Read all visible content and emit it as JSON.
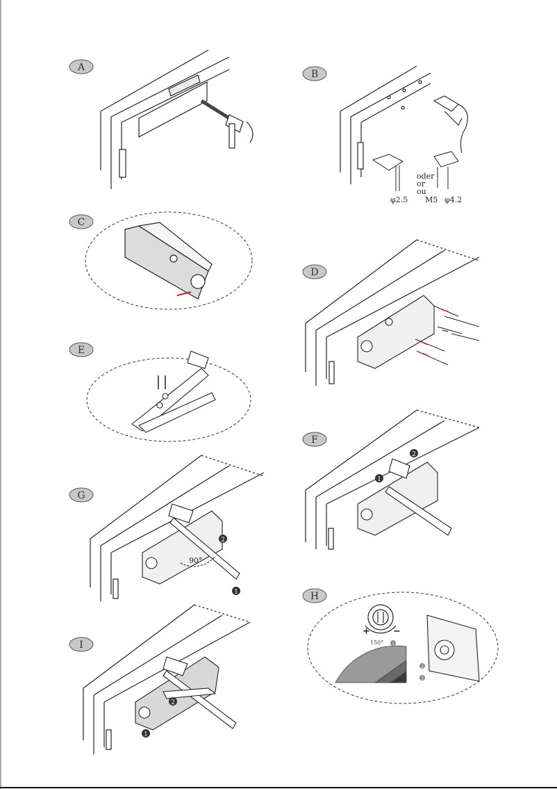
{
  "steps": {
    "A": "A",
    "B": "B",
    "C": "C",
    "D": "D",
    "E": "E",
    "F": "F",
    "G": "G",
    "H": "H",
    "I": "I"
  },
  "step_b": {
    "screw_text_1": "oder",
    "screw_text_2": "or",
    "screw_text_3": "ou",
    "drill_small": "φ2.5",
    "drill_m5": "M5",
    "drill_large": "φ4.2"
  },
  "step_g": {
    "angle": "90°",
    "callout_1": "1",
    "callout_2": "2"
  },
  "step_f": {
    "callout_1": "1",
    "callout_2": "2"
  },
  "step_h": {
    "plus": "+",
    "minus": "−",
    "angle_label": "150°",
    "callout_1": "1",
    "callout_2": "2",
    "callout_3": "3"
  },
  "step_i": {
    "callout_1": "1",
    "callout_2": "2"
  },
  "colors": {
    "label_fill": "#c8c8c8",
    "line": "#222222",
    "highlight": "#d62020"
  }
}
